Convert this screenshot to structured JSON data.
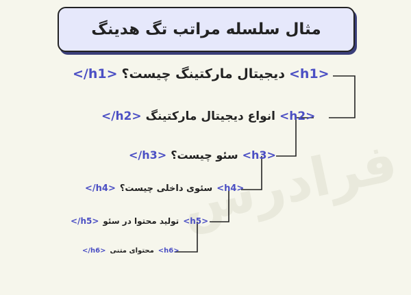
{
  "title": "مثال سلسله مراتب تگ هدینگ",
  "watermark": "فرادرس",
  "headings": [
    {
      "open": "<h1>",
      "text": "دیجیتال مارکتینگ چیست؟",
      "close": "</h1>"
    },
    {
      "open": "<h2>",
      "text": "انواع دیجیتال مارکتینگ",
      "close": "</h2>"
    },
    {
      "open": "<h3>",
      "text": "سئو چیست؟",
      "close": "</h3>"
    },
    {
      "open": "<h4>",
      "text": "سئوی داخلی چیست؟",
      "close": "</h4>"
    },
    {
      "open": "<h5>",
      "text": "تولید محتوا در سئو",
      "close": "</h5>"
    },
    {
      "open": "<h6>",
      "text": "محتوای متنی",
      "close": "</h6>"
    }
  ],
  "colors": {
    "tag": "#4b4fc4",
    "title_bg": "#e6e8fb",
    "connector": "#222222"
  }
}
